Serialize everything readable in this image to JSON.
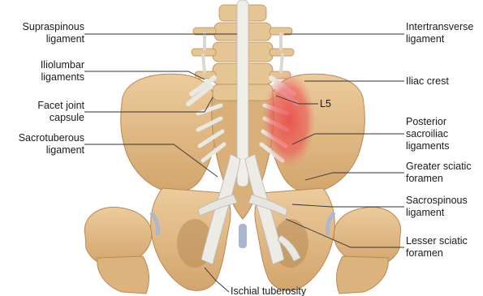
{
  "labels": {
    "supraspinous_1": "Supraspinous",
    "supraspinous_2": "ligament",
    "iliolumbar_1": "Iliolumbar",
    "iliolumbar_2": "ligaments",
    "facet_1": "Facet joint",
    "facet_2": "capsule",
    "sacrotuberous_1": "Sacrotuberous",
    "sacrotuberous_2": "ligament",
    "intertransverse_1": "Intertransverse",
    "intertransverse_2": "ligament",
    "iliac_crest": "Iliac crest",
    "l5": "L5",
    "posterior_sacroiliac_1": "Posterior",
    "posterior_sacroiliac_2": "sacroiliac",
    "posterior_sacroiliac_3": "ligaments",
    "greater_sciatic_1": "Greater sciatic",
    "greater_sciatic_2": "foramen",
    "sacrospinous_1": "Sacrospinous",
    "sacrospinous_2": "ligament",
    "lesser_sciatic_1": "Lesser sciatic",
    "lesser_sciatic_2": "foramen",
    "ischial_tuberosity": "Ischial tuberosity"
  },
  "colors": {
    "bone": "#e2bf8e",
    "bone_shadow": "#c99b62",
    "ligament": "#ecebe6",
    "ligament_shadow": "#b9b8b2",
    "cartilage": "#aab6d0",
    "highlight": "#e8353a"
  }
}
